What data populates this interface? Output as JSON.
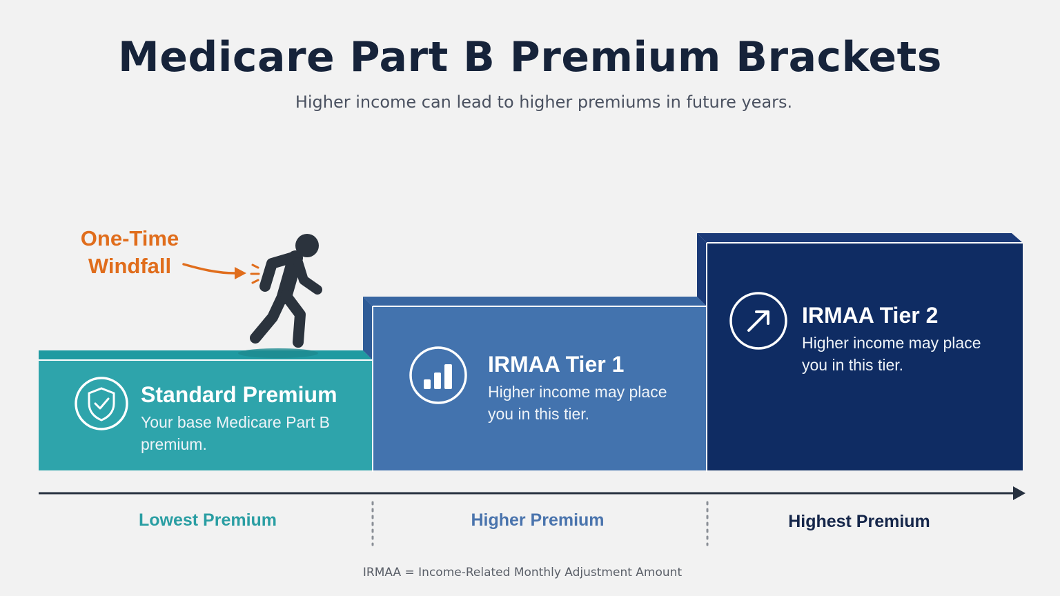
{
  "header": {
    "title": "Medicare Part B Premium Brackets",
    "subtitle": "Higher income can lead to higher premiums in future years."
  },
  "windfall": {
    "line1": "One-Time",
    "line2": "Windfall",
    "icon": "walking-person-icon",
    "color": "#e06d1c"
  },
  "tiers": [
    {
      "title": "Standard Premium",
      "description": "Your base Medicare Part B premium.",
      "desc_line1": "Your base Medicare Part B",
      "desc_line2": "premium.",
      "icon": "shield-check-icon",
      "color": "#2aa2aa"
    },
    {
      "title": "IRMAA Tier 1",
      "description": "Higher income may place you in this tier.",
      "desc_line1": "Higher income may place",
      "desc_line2": "you in this tier.",
      "icon": "bar-chart-icon",
      "color": "#4272ad"
    },
    {
      "title": "IRMAA Tier 2",
      "description": "Higher income may place you in this tier.",
      "desc_line1": "Higher income may place",
      "desc_line2": "you in this tier.",
      "icon": "arrow-up-right-icon",
      "color": "#0f2d66"
    }
  ],
  "axis": {
    "labels": [
      "Lowest Premium",
      "Higher Premium",
      "Highest Premium"
    ],
    "label_colors": [
      "#2a9ea3",
      "#4a74ad",
      "#15264a"
    ],
    "line_color": "#26303f"
  },
  "footnote": "IRMAA = Income-Related Monthly Adjustment Amount"
}
